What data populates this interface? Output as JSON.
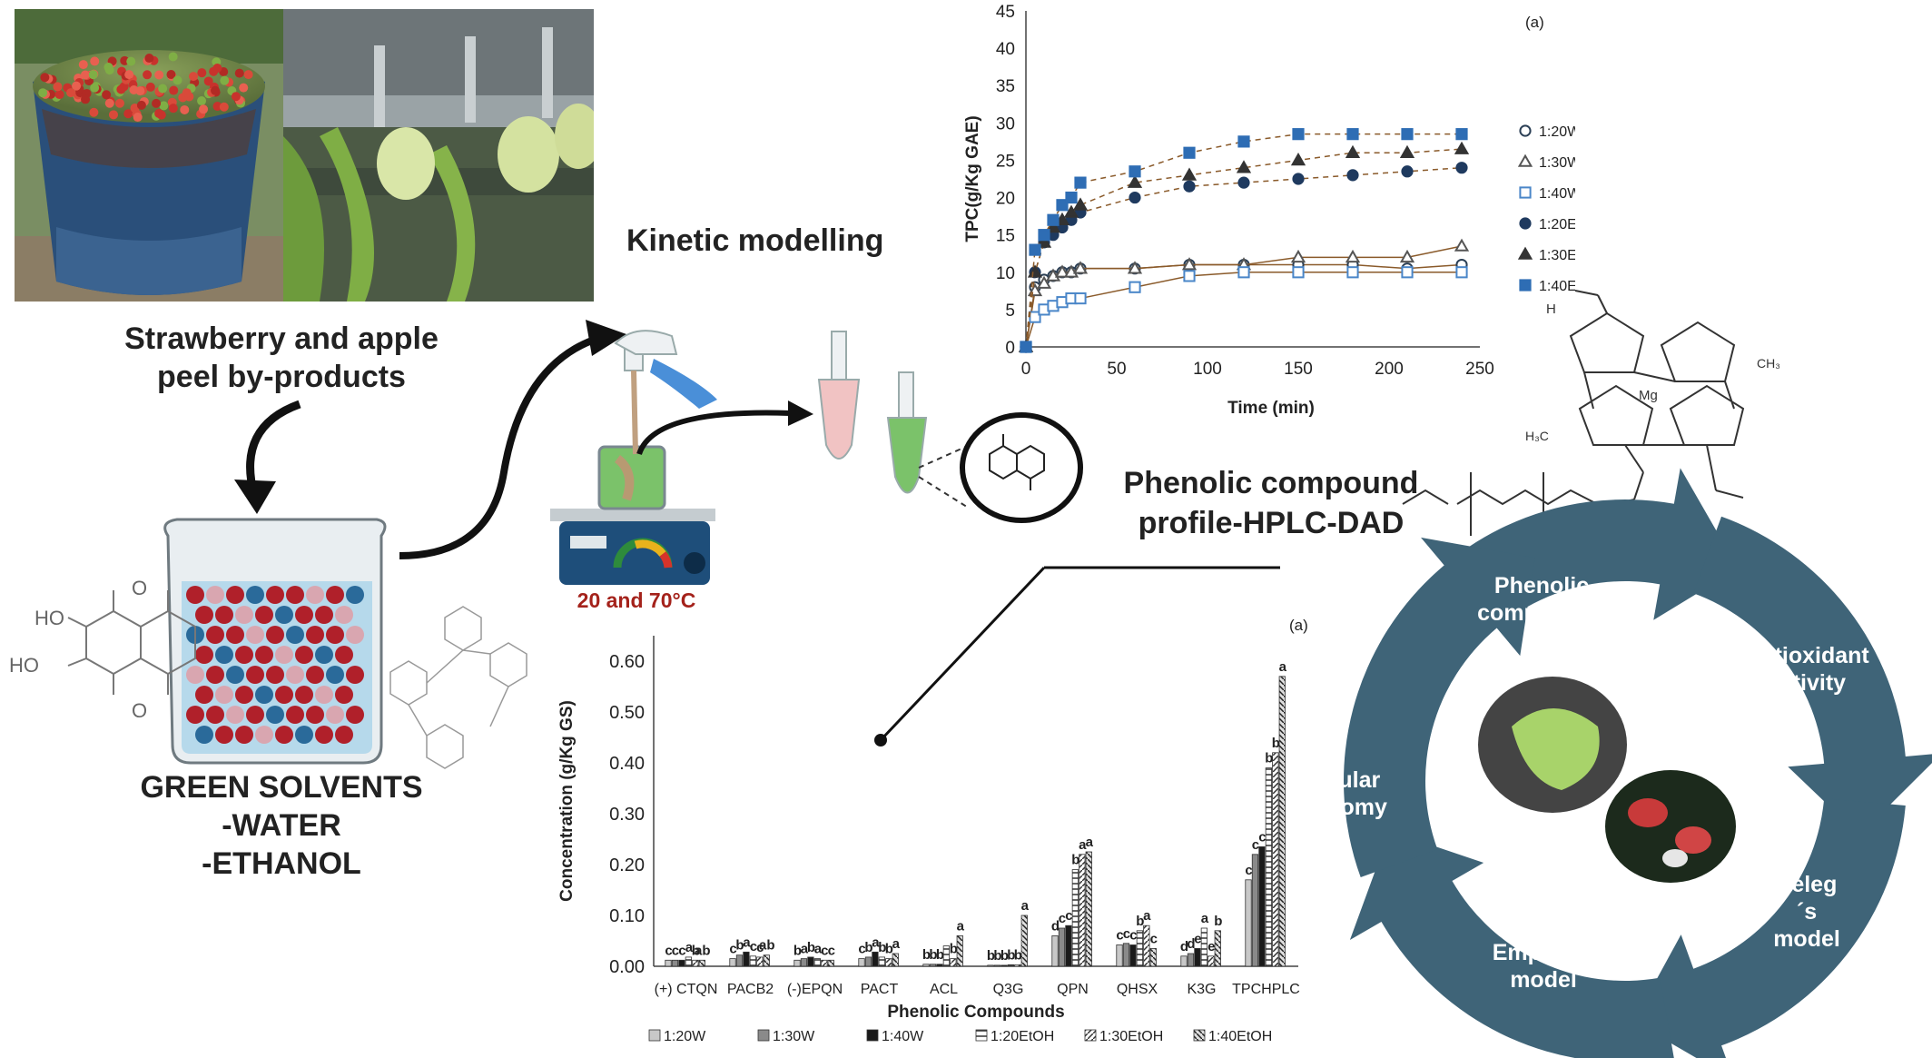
{
  "labels": {
    "byproducts_line1": "Strawberry and apple",
    "byproducts_line2": "peel by-products",
    "kinetic": "Kinetic modelling",
    "phenolic_line1": "Phenolic compound",
    "phenolic_line2": "profile-HPLC-DAD",
    "solvents_line1": "GREEN SOLVENTS",
    "solvents_line2": "-WATER",
    "solvents_line3": "-ETHANOL",
    "temperature": "20 and 70°C",
    "hplc_mark": "(a)"
  },
  "cycle": {
    "items": [
      "Phenolic compounds",
      "Antioxidant activity",
      "Peleg´s model",
      "Empirical model",
      "Circular economy"
    ],
    "color": "#3f6478"
  },
  "chart_data": [
    {
      "type": "scatter",
      "panel_mark": "(a)",
      "xlabel": "Time (min)",
      "ylabel": "TPC(g/Kg GAE)",
      "xlim": [
        0,
        250
      ],
      "ylim": [
        0,
        45
      ],
      "xticks": [
        0,
        50,
        100,
        150,
        200,
        250
      ],
      "yticks": [
        0,
        5,
        10,
        15,
        20,
        25,
        30,
        35,
        40,
        45
      ],
      "grid": false,
      "legend_position": "right",
      "x": [
        0,
        5,
        10,
        15,
        20,
        25,
        30,
        60,
        90,
        120,
        150,
        180,
        210,
        240
      ],
      "series": [
        {
          "name": "1:20W",
          "marker": "circle-open",
          "color": "#2b3f55",
          "values": [
            0,
            8,
            9,
            9.5,
            10,
            10,
            10.5,
            10.5,
            11,
            11,
            11,
            11,
            10.5,
            11
          ]
        },
        {
          "name": "1:30W",
          "marker": "triangle-open",
          "color": "#555555",
          "values": [
            0,
            7.5,
            8.5,
            9.5,
            10,
            10,
            10.5,
            10.5,
            11,
            11,
            12,
            12,
            12,
            13.5
          ]
        },
        {
          "name": "1:40W",
          "marker": "square-open",
          "color": "#4a86c8",
          "values": [
            0,
            4,
            5,
            5.5,
            6,
            6.5,
            6.5,
            8,
            9.5,
            10,
            10,
            10,
            10,
            10
          ]
        },
        {
          "name": "1:20EtOH",
          "marker": "circle-filled",
          "color": "#1f3a5f",
          "values": [
            0,
            10,
            14,
            15,
            16,
            17,
            18,
            20,
            21.5,
            22,
            22.5,
            23,
            23.5,
            24
          ]
        },
        {
          "name": "1:30EtOH",
          "marker": "triangle-filled",
          "color": "#333333",
          "values": [
            0,
            10,
            14,
            16,
            17,
            18,
            19,
            22,
            23,
            24,
            25,
            26,
            26,
            26.5
          ]
        },
        {
          "name": "1:40EtOH",
          "marker": "square-filled",
          "color": "#2e6db4",
          "values": [
            0,
            13,
            15,
            17,
            19,
            20,
            22,
            23.5,
            26,
            27.5,
            28.5,
            28.5,
            28.5,
            28.5
          ]
        }
      ]
    },
    {
      "type": "bar",
      "panel_mark": "(a)",
      "xlabel": "Phenolic Compounds",
      "ylabel": "Concentration (g/Kg GS)",
      "ylim": [
        0,
        0.65
      ],
      "yticks": [
        "0.00",
        "0.10",
        "0.20",
        "0.30",
        "0.40",
        "0.50",
        "0.60"
      ],
      "legend_position": "bottom",
      "categories": [
        "(+) CTQN",
        "PACB2",
        "(-)EPQN",
        "PACT",
        "ACL",
        "Q3G",
        "QPN",
        "QHSX",
        "K3G",
        "TPCHPLC"
      ],
      "series": [
        {
          "name": "1:20W",
          "pattern": "light",
          "values": [
            0.012,
            0.015,
            0.012,
            0.015,
            0.004,
            0.002,
            0.06,
            0.042,
            0.02,
            0.17
          ]
        },
        {
          "name": "1:30W",
          "pattern": "gray",
          "values": [
            0.012,
            0.022,
            0.015,
            0.018,
            0.004,
            0.002,
            0.075,
            0.045,
            0.025,
            0.22
          ]
        },
        {
          "name": "1:40W",
          "pattern": "dark",
          "values": [
            0.012,
            0.028,
            0.018,
            0.028,
            0.004,
            0.002,
            0.08,
            0.042,
            0.035,
            0.235
          ]
        },
        {
          "name": "1:20EtOH",
          "pattern": "hlines",
          "values": [
            0.018,
            0.02,
            0.015,
            0.018,
            0.04,
            0.003,
            0.19,
            0.07,
            0.075,
            0.39
          ]
        },
        {
          "name": "1:30EtOH",
          "pattern": "hatch",
          "values": [
            0.012,
            0.018,
            0.012,
            0.015,
            0.015,
            0.003,
            0.22,
            0.08,
            0.02,
            0.42
          ]
        },
        {
          "name": "1:40EtOH",
          "pattern": "hatch2",
          "values": [
            0.012,
            0.022,
            0.012,
            0.025,
            0.06,
            0.1,
            0.225,
            0.035,
            0.07,
            0.57
          ]
        }
      ],
      "letters": [
        [
          "c",
          "c",
          "c",
          "a",
          "b",
          "ab"
        ],
        [
          "c",
          "b",
          "a",
          "c",
          "c",
          "ab"
        ],
        [
          "b",
          "a",
          "b",
          "a",
          "c",
          "c"
        ],
        [
          "c",
          "b",
          "a",
          "b",
          "b",
          "a"
        ],
        [
          "b",
          "b",
          "b",
          "",
          "b",
          "a"
        ],
        [
          "b",
          "b",
          "b",
          "b",
          "b",
          "a"
        ],
        [
          "d",
          "c",
          "c",
          "b",
          "a",
          "a"
        ],
        [
          "c",
          "c",
          "c",
          "b",
          "a",
          "c"
        ],
        [
          "d",
          "d",
          "e",
          "a",
          "e",
          "b"
        ],
        [
          "c",
          "c",
          "c",
          "b",
          "b",
          "a"
        ]
      ]
    }
  ]
}
